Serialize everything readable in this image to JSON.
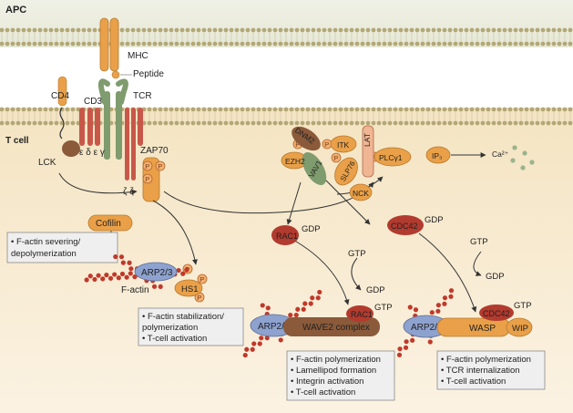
{
  "regions": {
    "apc": "APC",
    "tcell": "T cell"
  },
  "colors": {
    "apc_bg": "#eceee0",
    "tcell_bg": "#f8ecd4",
    "membrane_head": "#b2a777",
    "tcr_red": "#c8574a",
    "orange": "#e9a048",
    "green": "#7f9c6e",
    "brown": "#8a5a3a",
    "red_protein": "#b23a2e",
    "blue": "#8ea2cf",
    "arrow": "#333333",
    "box_bg": "#efefef",
    "actin": "#c0392b"
  },
  "labels": {
    "mhc": "MHC",
    "peptide": "Peptide",
    "cd4": "CD4",
    "cd3": "CD3",
    "cd3_chains": "ε δ ε γ",
    "tcr": "TCR",
    "lck": "LCK",
    "zap70": "ZAP70",
    "zeta": "ζ ζ",
    "cofilin": "Cofilin",
    "arp23": "ARP2/3",
    "hs1": "HS1",
    "f_actin": "F-actin",
    "dnm2": "DNM2",
    "ezh2": "EZH2",
    "vav1": "VAV1",
    "itk": "ITK",
    "slp76": "SLP76",
    "nck": "NCK",
    "lat": "LAT",
    "plcg1": "PLCγ1",
    "ip3": "IP₃",
    "ca": "Ca²⁺",
    "rac1": "RAC1",
    "cdc42": "CDC42",
    "gdp": "GDP",
    "gtp": "GTP",
    "wave2": "WAVE2 complex",
    "wasp": "WASP",
    "wip": "WIP",
    "p": "P"
  },
  "notes": {
    "cofilin_box": [
      "• F-actin severing/",
      "  depolymerization"
    ],
    "hs1_box": [
      "• F-actin stabilization/",
      "  polymerization",
      "• T-cell activation"
    ],
    "wave_box": [
      "• F-actin polymerization",
      "• Lamellipod formation",
      "• Integrin activation",
      "• T-cell activation"
    ],
    "wasp_box": [
      "• F-actin polymerization",
      "• TCR internalization",
      "• T-cell activation"
    ]
  }
}
